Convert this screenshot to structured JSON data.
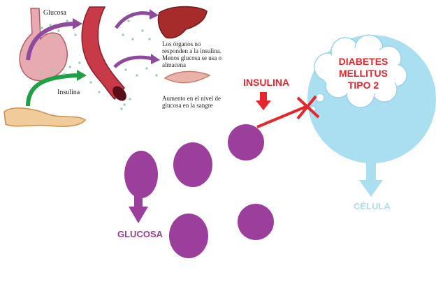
{
  "inset": {
    "glucosa_label": "Glucosa",
    "insulina_label": "Insulina",
    "organs_note": "Los órganos no responden a la insulina. Menos glucosa se usa o almacena",
    "glucose_rise_note": "Aumento en el nivel de glucosa en la sangre"
  },
  "diagram": {
    "diabetes_label": "DIABETES MELLITUS TIPO 2",
    "insulina_label": "INSULINA",
    "celula_label": "CÉLULA",
    "glucosa_label": "GLUCOSA"
  },
  "colors": {
    "cell": "#a9dff0",
    "glucose": "#9b3e9c",
    "insulin": "#e6262d",
    "cell_label": "#a9dff0",
    "glucose_label": "#9b3e9c",
    "insulin_label": "#e6262d",
    "diabetes_label": "#e6262d",
    "inset_green": "#1fa045",
    "inset_purple": "#8e4a9e",
    "vessel": "#c83a47",
    "liver": "#a82b2c",
    "muscle": "#e9b3a9",
    "stomach": "#e7aab0",
    "pancreas": "#f1cc9a"
  }
}
